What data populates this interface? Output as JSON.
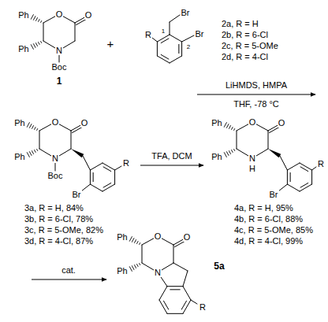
{
  "diagram": {
    "labels": [
      "Ph",
      "O",
      "O",
      "Ph",
      "N",
      "Boc",
      "1",
      "+",
      "Br",
      "1",
      "R",
      "2",
      "Br",
      "2a, R = H",
      "2b, R = 6-Cl",
      "2c, R = 5-OMe",
      "2d, R = 4-Cl",
      "LiHMDS, HMPA",
      "THF, -78 °C",
      "Ph",
      "O",
      "O",
      "Ph",
      "N",
      "Boc",
      "R",
      "Br",
      "3a, R = H, 84%",
      "3b, R = 6-Cl, 78%",
      "3c, R = 5-OMe, 82%",
      "3d, R = 4-Cl, 87%",
      "TFA, DCM",
      "Ph",
      "O",
      "O",
      "Ph",
      "N",
      "H",
      "R",
      "Br",
      "4a, R = H, 95%",
      "4b, R = 6-Cl, 88%",
      "4c, R = 5-OMe, 85%",
      "4d, R = 4-Cl, 99%",
      "cat.",
      "Ph",
      "O",
      "O",
      "Ph",
      "N",
      "R",
      "5a"
    ]
  }
}
